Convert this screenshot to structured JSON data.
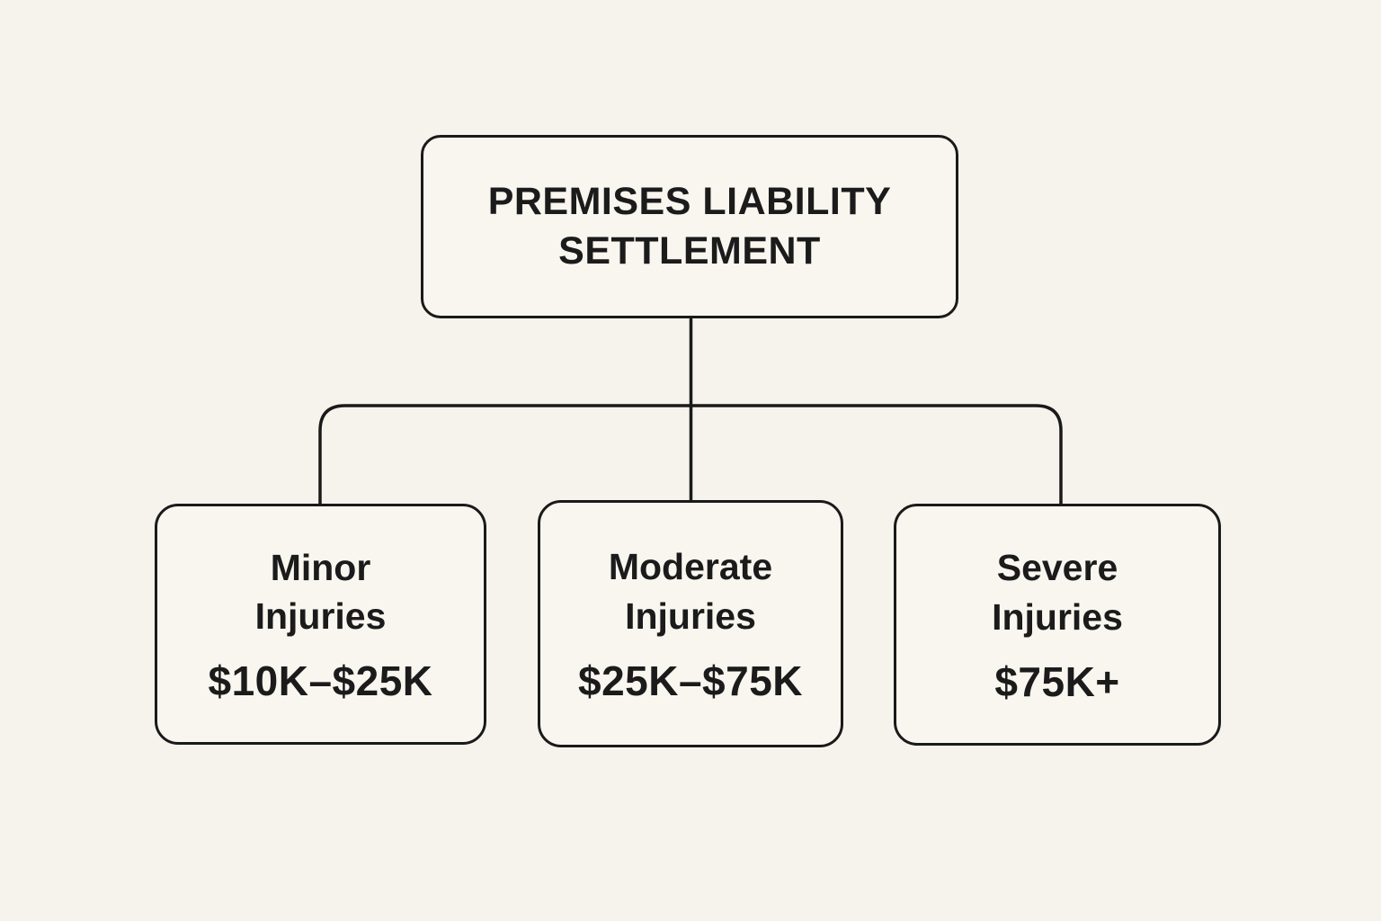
{
  "diagram": {
    "type": "flowchart",
    "root": {
      "title": "PREMISES LIABILITY\nSETTLEMENT"
    },
    "children": [
      {
        "id": "minor-injuries",
        "name": "Minor\nInjuries",
        "range": "$10K–$25K"
      },
      {
        "id": "moderate-injuries",
        "name": "Moderate\nInjuries",
        "range": "$25K–$75K"
      },
      {
        "id": "severe-injuries",
        "name": "Severe\nInjuries",
        "range": "$75K+"
      }
    ],
    "colors": {
      "background": "#f5f3ec",
      "box_fill": "#f8f6ef",
      "stroke": "#1a1a1a",
      "text": "#1b1b1b"
    }
  }
}
